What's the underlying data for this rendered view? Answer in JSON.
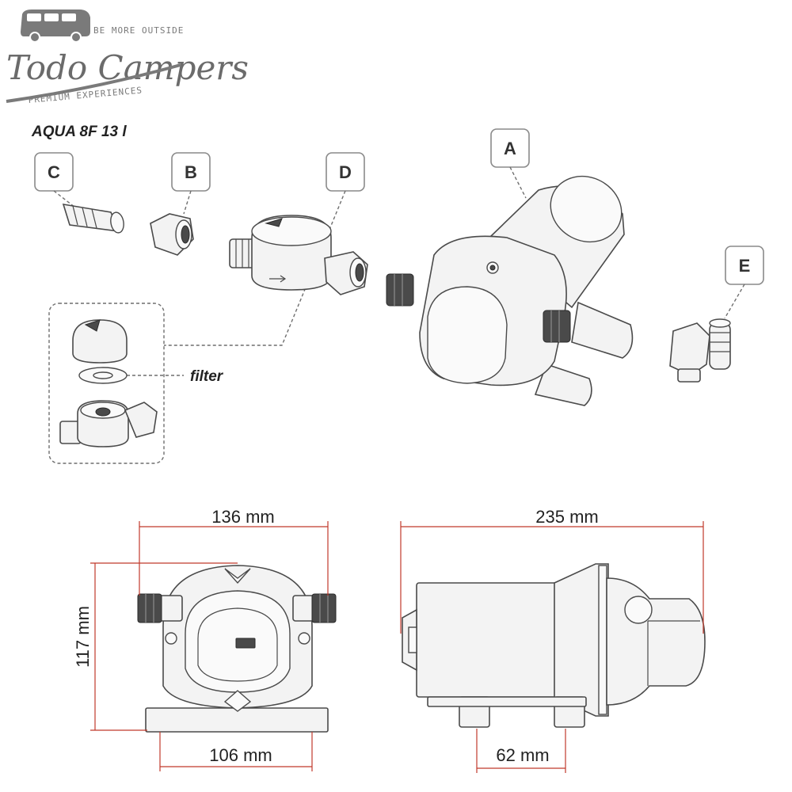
{
  "logo": {
    "name": "Todo Campers",
    "tagline_top": "BE MORE OUTSIDE",
    "tagline_bottom": "PREMIUM EXPERIENCES"
  },
  "title": "AQUA 8F 13 l",
  "labels": {
    "a": "A",
    "b": "B",
    "c": "C",
    "d": "D",
    "e": "E"
  },
  "filter_label": "filter",
  "dimensions": {
    "front_width": "136 mm",
    "front_height": "117 mm",
    "front_base": "106 mm",
    "side_length": "235 mm",
    "side_base": "62 mm"
  },
  "colors": {
    "dimension_line": "#c0392b",
    "outline": "#4a4a4a",
    "label_border": "#8a8a8a"
  }
}
